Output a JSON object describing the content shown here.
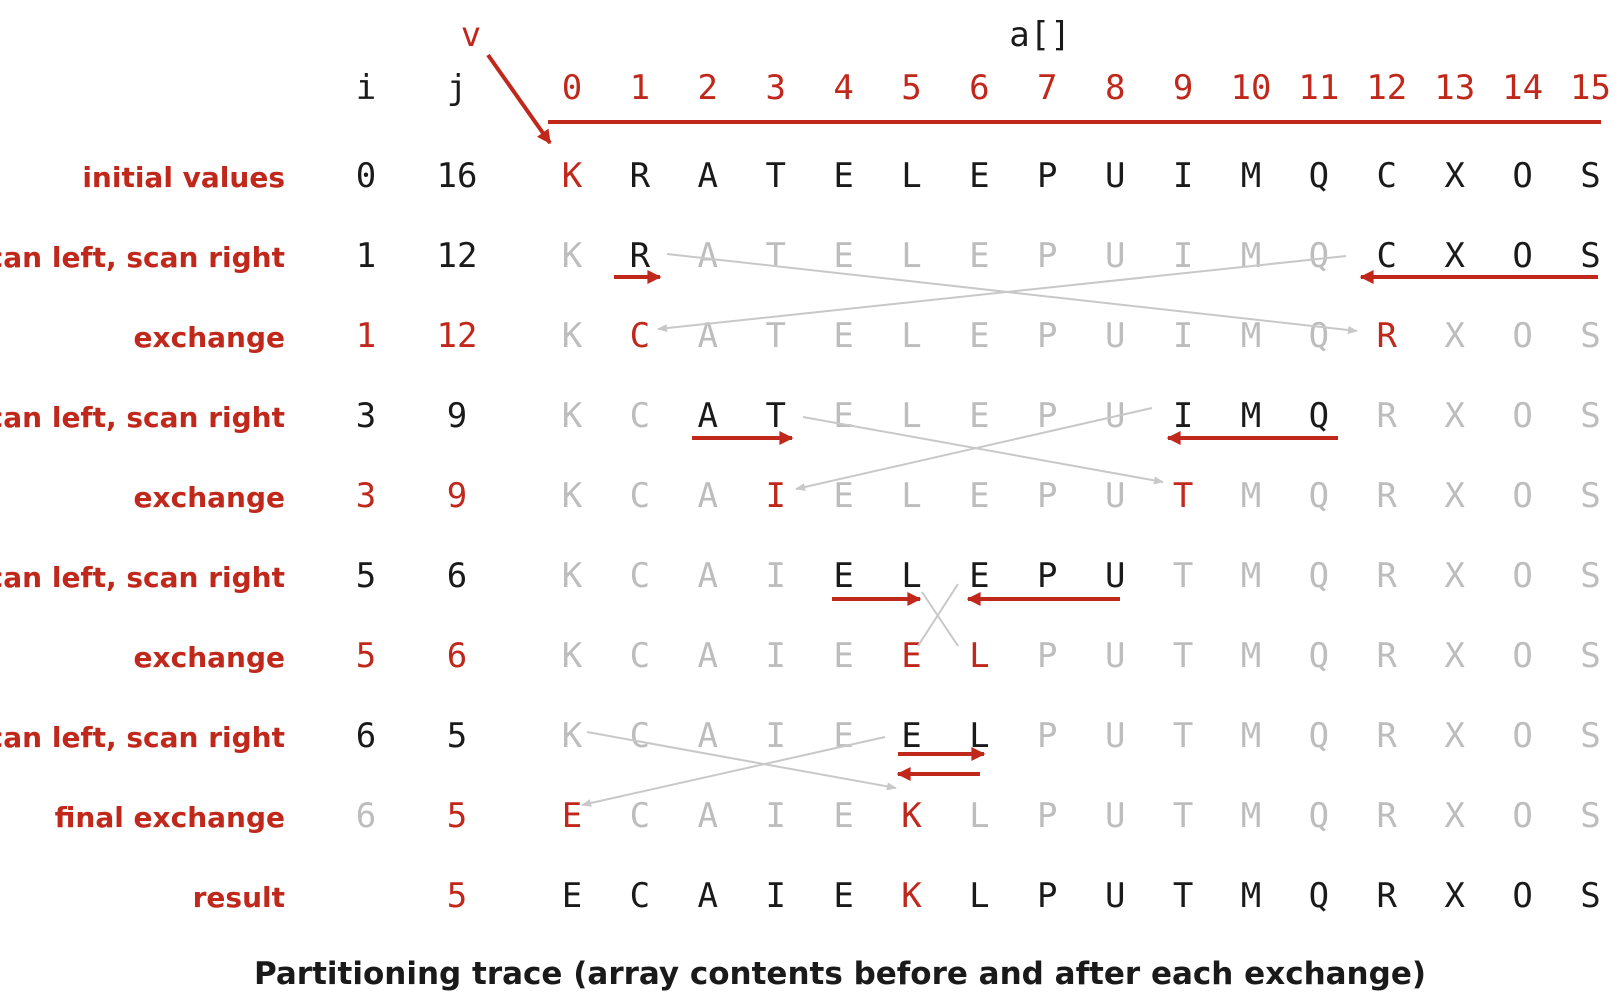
{
  "header": {
    "v_label": "v",
    "array_label": "a[]",
    "i_label": "i",
    "j_label": "j",
    "indices": [
      "0",
      "1",
      "2",
      "3",
      "4",
      "5",
      "6",
      "7",
      "8",
      "9",
      "10",
      "11",
      "12",
      "13",
      "14",
      "15"
    ]
  },
  "rows": [
    {
      "label": "initial values",
      "i": "0",
      "j": "16",
      "cells": [
        "K",
        "R",
        "A",
        "T",
        "E",
        "L",
        "E",
        "P",
        "U",
        "I",
        "M",
        "Q",
        "C",
        "X",
        "O",
        "S"
      ],
      "styles": [
        "r",
        "b",
        "b",
        "b",
        "b",
        "b",
        "b",
        "b",
        "b",
        "b",
        "b",
        "b",
        "b",
        "b",
        "b",
        "b"
      ],
      "ij_style": "b"
    },
    {
      "label": "scan left, scan right",
      "i": "1",
      "j": "12",
      "cells": [
        "K",
        "R",
        "A",
        "T",
        "E",
        "L",
        "E",
        "P",
        "U",
        "I",
        "M",
        "Q",
        "C",
        "X",
        "O",
        "S"
      ],
      "styles": [
        "g",
        "b",
        "g",
        "g",
        "g",
        "g",
        "g",
        "g",
        "g",
        "g",
        "g",
        "g",
        "b",
        "b",
        "b",
        "b"
      ],
      "ij_style": "b"
    },
    {
      "label": "exchange",
      "i": "1",
      "j": "12",
      "cells": [
        "K",
        "C",
        "A",
        "T",
        "E",
        "L",
        "E",
        "P",
        "U",
        "I",
        "M",
        "Q",
        "R",
        "X",
        "O",
        "S"
      ],
      "styles": [
        "g",
        "r",
        "g",
        "g",
        "g",
        "g",
        "g",
        "g",
        "g",
        "g",
        "g",
        "g",
        "r",
        "g",
        "g",
        "g"
      ],
      "ij_style": "r"
    },
    {
      "label": "scan left, scan right",
      "i": "3",
      "j": "9",
      "cells": [
        "K",
        "C",
        "A",
        "T",
        "E",
        "L",
        "E",
        "P",
        "U",
        "I",
        "M",
        "Q",
        "R",
        "X",
        "O",
        "S"
      ],
      "styles": [
        "g",
        "g",
        "b",
        "b",
        "g",
        "g",
        "g",
        "g",
        "g",
        "b",
        "b",
        "b",
        "g",
        "g",
        "g",
        "g"
      ],
      "ij_style": "b"
    },
    {
      "label": "exchange",
      "i": "3",
      "j": "9",
      "cells": [
        "K",
        "C",
        "A",
        "I",
        "E",
        "L",
        "E",
        "P",
        "U",
        "T",
        "M",
        "Q",
        "R",
        "X",
        "O",
        "S"
      ],
      "styles": [
        "g",
        "g",
        "g",
        "r",
        "g",
        "g",
        "g",
        "g",
        "g",
        "r",
        "g",
        "g",
        "g",
        "g",
        "g",
        "g"
      ],
      "ij_style": "r"
    },
    {
      "label": "scan left, scan right",
      "i": "5",
      "j": "6",
      "cells": [
        "K",
        "C",
        "A",
        "I",
        "E",
        "L",
        "E",
        "P",
        "U",
        "T",
        "M",
        "Q",
        "R",
        "X",
        "O",
        "S"
      ],
      "styles": [
        "g",
        "g",
        "g",
        "g",
        "b",
        "b",
        "b",
        "b",
        "b",
        "g",
        "g",
        "g",
        "g",
        "g",
        "g",
        "g"
      ],
      "ij_style": "b"
    },
    {
      "label": "exchange",
      "i": "5",
      "j": "6",
      "cells": [
        "K",
        "C",
        "A",
        "I",
        "E",
        "E",
        "L",
        "P",
        "U",
        "T",
        "M",
        "Q",
        "R",
        "X",
        "O",
        "S"
      ],
      "styles": [
        "g",
        "g",
        "g",
        "g",
        "g",
        "r",
        "r",
        "g",
        "g",
        "g",
        "g",
        "g",
        "g",
        "g",
        "g",
        "g"
      ],
      "ij_style": "r"
    },
    {
      "label": "scan left, scan right",
      "i": "6",
      "j": "5",
      "cells": [
        "K",
        "C",
        "A",
        "I",
        "E",
        "E",
        "L",
        "P",
        "U",
        "T",
        "M",
        "Q",
        "R",
        "X",
        "O",
        "S"
      ],
      "styles": [
        "g",
        "g",
        "g",
        "g",
        "g",
        "b",
        "b",
        "g",
        "g",
        "g",
        "g",
        "g",
        "g",
        "g",
        "g",
        "g"
      ],
      "ij_style": "b"
    },
    {
      "label": "final exchange",
      "i": "6",
      "j": "5",
      "cells": [
        "E",
        "C",
        "A",
        "I",
        "E",
        "K",
        "L",
        "P",
        "U",
        "T",
        "M",
        "Q",
        "R",
        "X",
        "O",
        "S"
      ],
      "styles": [
        "r",
        "g",
        "g",
        "g",
        "g",
        "r",
        "g",
        "g",
        "g",
        "g",
        "g",
        "g",
        "g",
        "g",
        "g",
        "g"
      ],
      "ij_style": "gr"
    },
    {
      "label": "result",
      "i": "",
      "j": "5",
      "cells": [
        "E",
        "C",
        "A",
        "I",
        "E",
        "K",
        "L",
        "P",
        "U",
        "T",
        "M",
        "Q",
        "R",
        "X",
        "O",
        "S"
      ],
      "styles": [
        "b",
        "b",
        "b",
        "b",
        "b",
        "r",
        "b",
        "b",
        "b",
        "b",
        "b",
        "b",
        "b",
        "b",
        "b",
        "b"
      ],
      "ij_style": "r"
    }
  ],
  "caption": "Partitioning trace (array contents before and after each exchange)",
  "colors": {
    "red": "#c0281c",
    "black": "#1a1a1a",
    "gray": "#bdbdbd",
    "line_gray": "#c8c8c8"
  }
}
